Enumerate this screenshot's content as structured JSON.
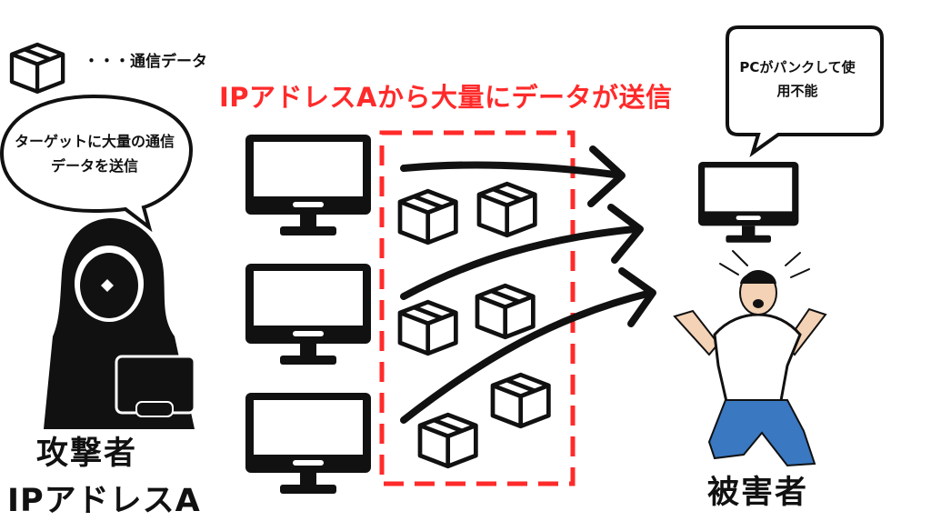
{
  "legend": {
    "label": "・・・通信データ",
    "icon": "box-icon"
  },
  "headline": "IPアドレスAから大量にデータが送信",
  "attacker": {
    "speech": "ターゲットに大量の通信データを送信",
    "title": "攻撃者",
    "ip_label": "IPアドレスA"
  },
  "victim": {
    "speech": "PCがパンクして使用不能",
    "title": "被害者"
  },
  "colors": {
    "accent_red": "#ff2a2a",
    "ink": "#111111",
    "jeans_blue": "#3a78c2",
    "skin": "#f4d2b5"
  }
}
